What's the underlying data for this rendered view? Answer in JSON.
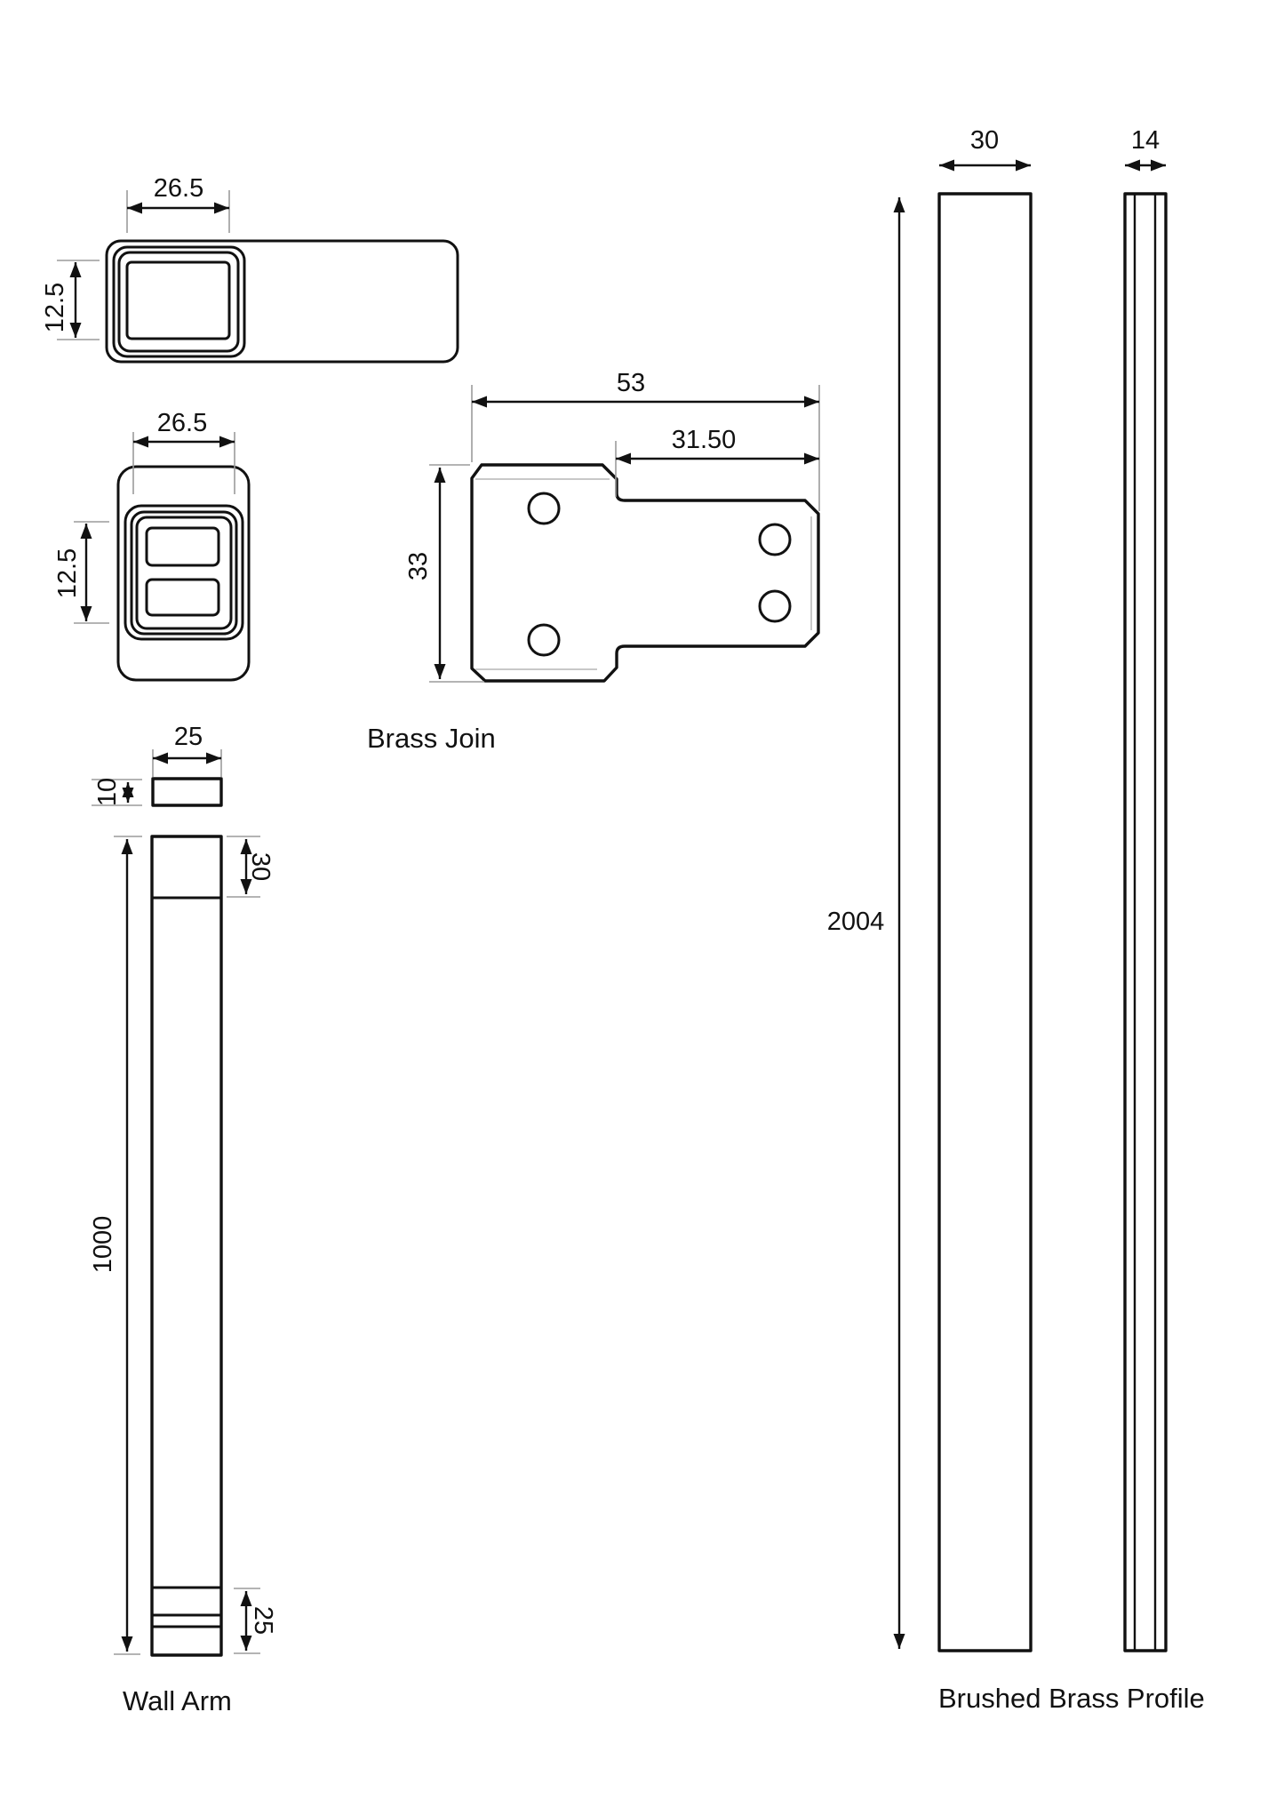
{
  "colors": {
    "background": "#ffffff",
    "line": "#111111",
    "extension_line": "#9b9b9b",
    "text": "#111111"
  },
  "parts": {
    "arm_side_view": {
      "dims": {
        "width": "26.5",
        "height": "12.5"
      }
    },
    "arm_front_view": {
      "dims": {
        "width": "26.5",
        "height": "12.5"
      }
    },
    "brass_join": {
      "label": "Brass Join",
      "dims": {
        "overall_width": "53",
        "right_section_width": "31.50",
        "height": "33"
      }
    },
    "wall_arm": {
      "label": "Wall Arm",
      "dims": {
        "cap_width": "25",
        "cap_height": "10",
        "top_section_height": "30",
        "length": "1000",
        "bottom_section_height": "25"
      }
    },
    "brushed_brass_profile": {
      "label": "Brushed Brass Profile",
      "dims": {
        "face_width": "30",
        "side_width": "14",
        "length": "2004"
      }
    }
  }
}
